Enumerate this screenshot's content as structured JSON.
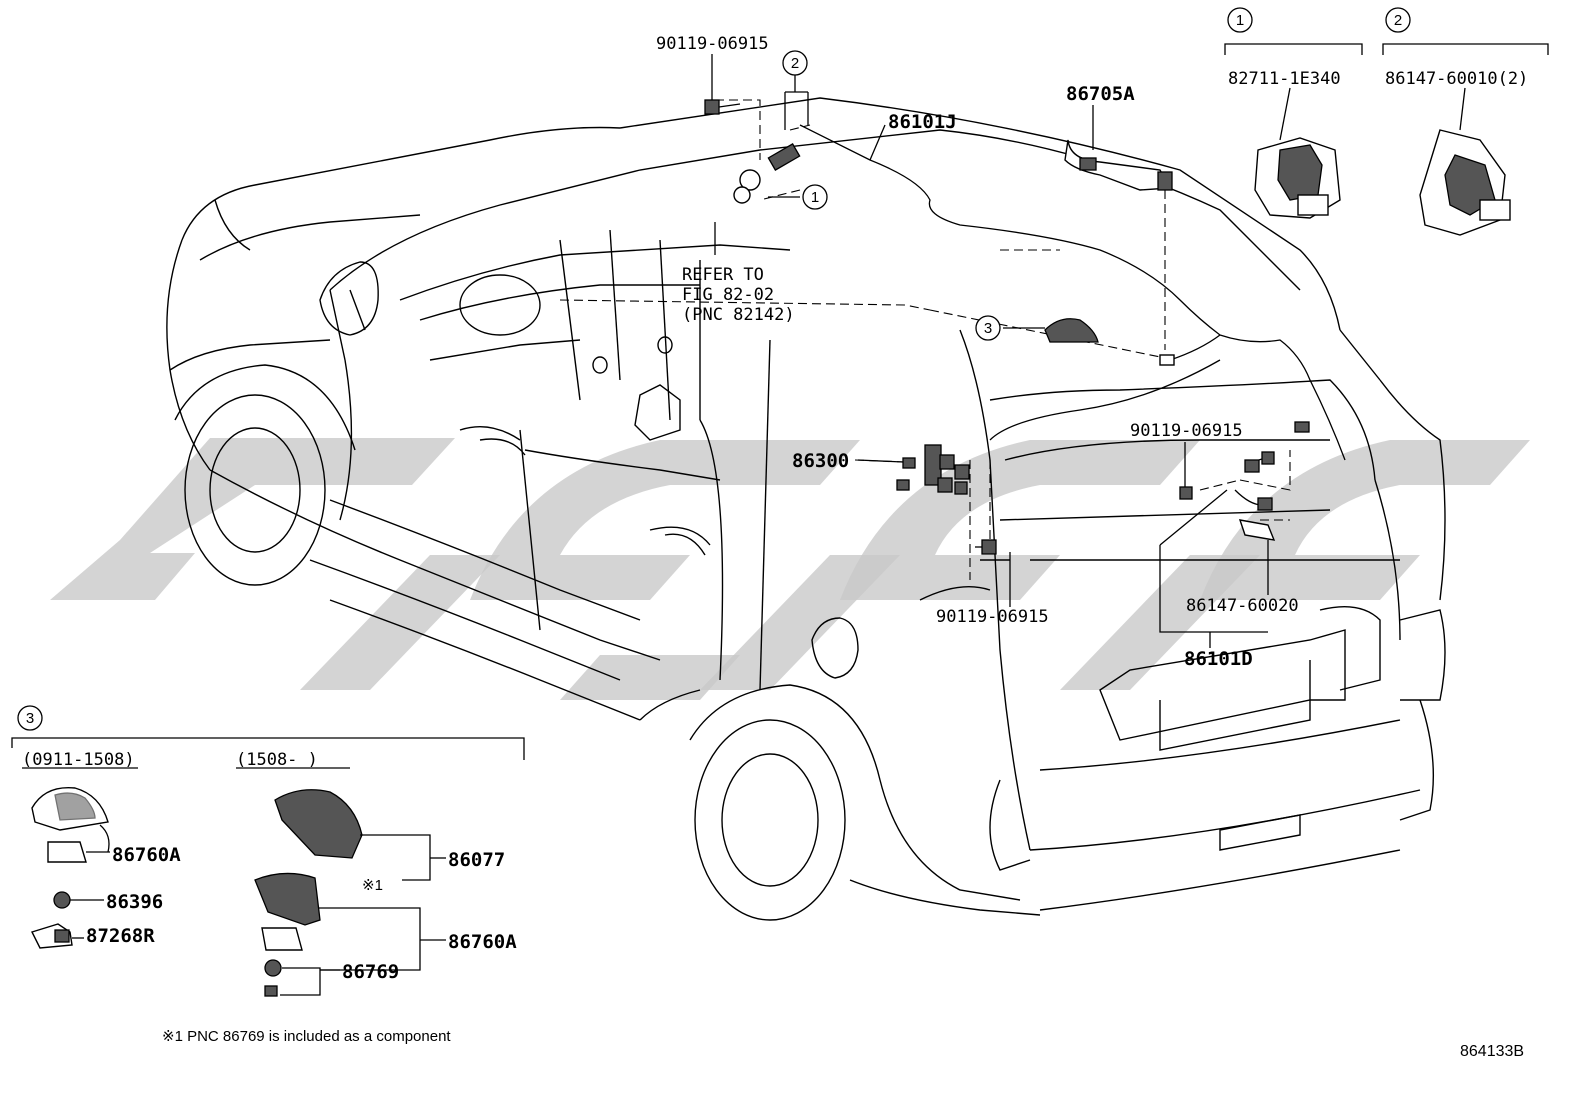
{
  "diagram_code": "864133B",
  "footnote": "※1 PNC 86769 is included as a component",
  "refer": {
    "line1": "REFER TO",
    "line2": "FIG 82-02",
    "line3": "(PNC 82142)"
  },
  "callouts": {
    "one": "1",
    "two": "2",
    "three": "3"
  },
  "parts": {
    "bolt_top": "90119-06915",
    "bolt_right": "90119-06915",
    "bolt_bottom": "90119-06915",
    "wire_roof": "86101J",
    "wire_rear": "86705A",
    "sub1": "82711-1E340",
    "sub2": "86147-60010(2)",
    "cord_rear": "86147-60020",
    "wire_door": "86101D",
    "amp": "86300"
  },
  "inset": {
    "range_old": "(0911-1508)",
    "range_new": "(1508-      )",
    "ant_old": "86760A",
    "clip": "86396",
    "bracket": "87268R",
    "ant_cover": "86077",
    "note_mark": "※1",
    "ant_new": "86760A",
    "gasket": "86769"
  }
}
